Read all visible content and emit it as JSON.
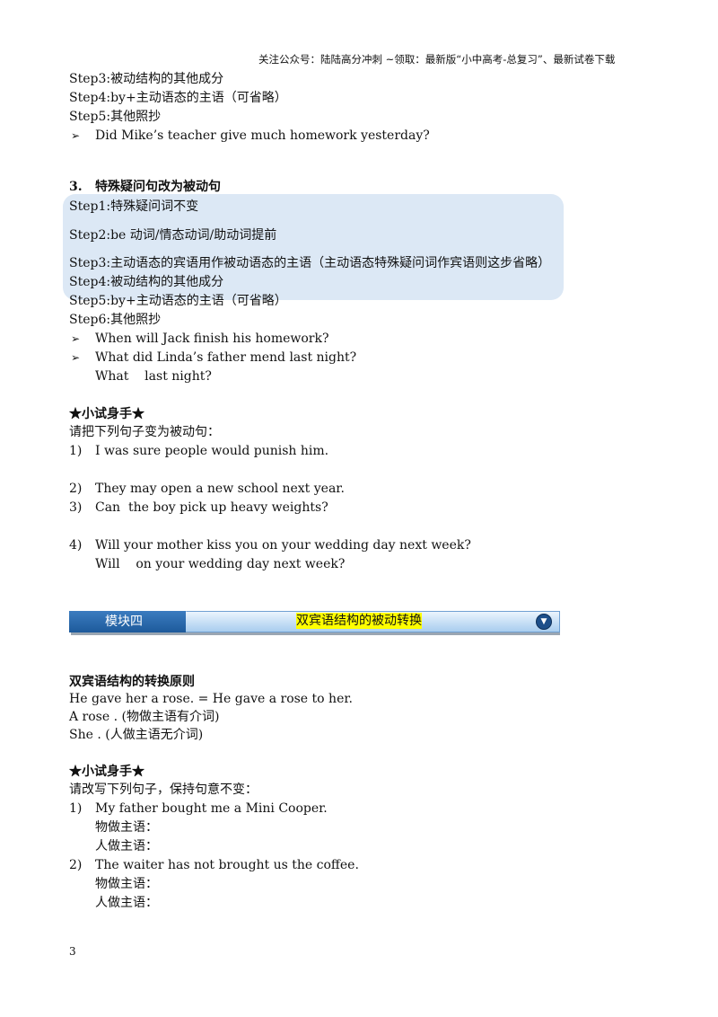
{
  "header_note": "关注公众号：陆陆高分冲刺 ~领取：最新版“小中高考-总复习”、最新试卷下载",
  "section2_steps": {
    "step3": "Step3:被动结构的其他成分",
    "step4": "Step4:by+主动语态的主语（可省略）",
    "step5": "Step5:其他照抄",
    "example": "Did Mike’s teacher give much homework yesterday?"
  },
  "section3": {
    "heading_num": "3.",
    "heading": "特殊疑问句改为被动句",
    "step1": "Step1:特殊疑问词不变",
    "step2": "Step2:be 动词/情态动词/助动词提前",
    "step3": "Step3:主动语态的宾语用作被动语态的主语（主动语态特殊疑问词作宾语则这步省略）",
    "step4": "Step4:被动结构的其他成分",
    "step5": "Step5:by+主动语态的主语（可省略）",
    "step6": "Step6:其他照抄",
    "example1": "When will Jack finish his homework?",
    "example2": "What did Linda’s father mend last night?",
    "example2_answer": "What    last night?"
  },
  "practice1": {
    "heading": "★小试身手★",
    "instruction": "请把下列句子变为被动句：",
    "items": [
      {
        "num": "1)",
        "text": "I was sure people would punish him."
      },
      {
        "num": "2)",
        "text": "They may open a new school next year."
      },
      {
        "num": "3)",
        "text": "Can  the boy pick up heavy weights?"
      },
      {
        "num": "4)",
        "text": "Will your mother kiss you on your wedding day next week?"
      }
    ],
    "item4_answer": "Will    on your wedding day next week?"
  },
  "module": {
    "label": "模块四",
    "title": "双宾语结构的被动转换",
    "toggle_icon": "chevron-down-circle-icon"
  },
  "double_object": {
    "heading": "双宾语结构的转换原则",
    "line1": "He gave her a rose. = He gave a rose to her.",
    "line2": "A rose . (物做主语有介词)",
    "line3": "She . (人做主语无介词)"
  },
  "practice2": {
    "heading": "★小试身手★",
    "instruction": "请改写下列句子，保持句意不变：",
    "item1_num": "1)",
    "item1": "My father bought me a Mini Cooper.",
    "item1_a": "物做主语：",
    "item1_b": "人做主语：",
    "item2_num": "2)",
    "item2": "The waiter has not brought us the coffee.",
    "item2_a": "物做主语：",
    "item2_b": "人做主语："
  },
  "page_number": "3"
}
